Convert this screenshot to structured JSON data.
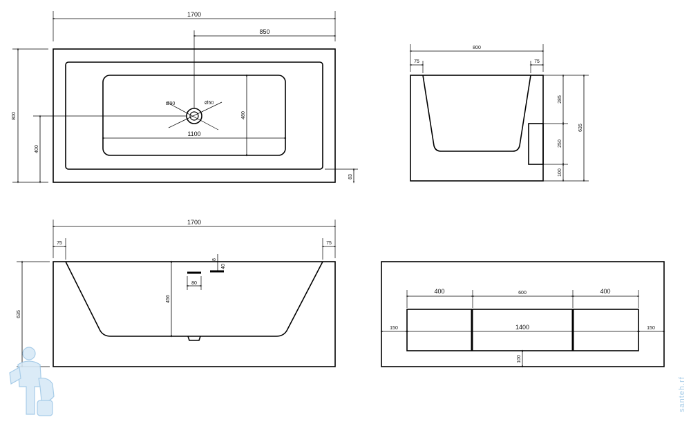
{
  "top_view": {
    "overall_length": "1700",
    "drain_offset": "850",
    "overall_width": "800",
    "inner_length": "1100",
    "inner_width": "480",
    "drain_y_offset": "400",
    "rim_offset": "83",
    "drain_d1": "Ø90",
    "drain_d2": "Ø50"
  },
  "end_view": {
    "width": "800",
    "wall_left": "75",
    "wall_right": "75",
    "h_top": "285",
    "h_mid": "250",
    "h_bottom": "100",
    "total_height": "635"
  },
  "side_view": {
    "overall_length": "1700",
    "wall_left": "75",
    "wall_right": "75",
    "depth": "456",
    "height": "635",
    "overflow_w": "80",
    "overflow_a": "8",
    "overflow_b": "40"
  },
  "bottom_view": {
    "seg_left": "400",
    "seg_mid": "600",
    "seg_right": "400",
    "base_length": "1400",
    "margin_left": "150",
    "margin_right": "150",
    "base_offset": "100"
  },
  "watermark": {
    "site": "santeh.rf",
    "color": "#9ec7e6"
  }
}
